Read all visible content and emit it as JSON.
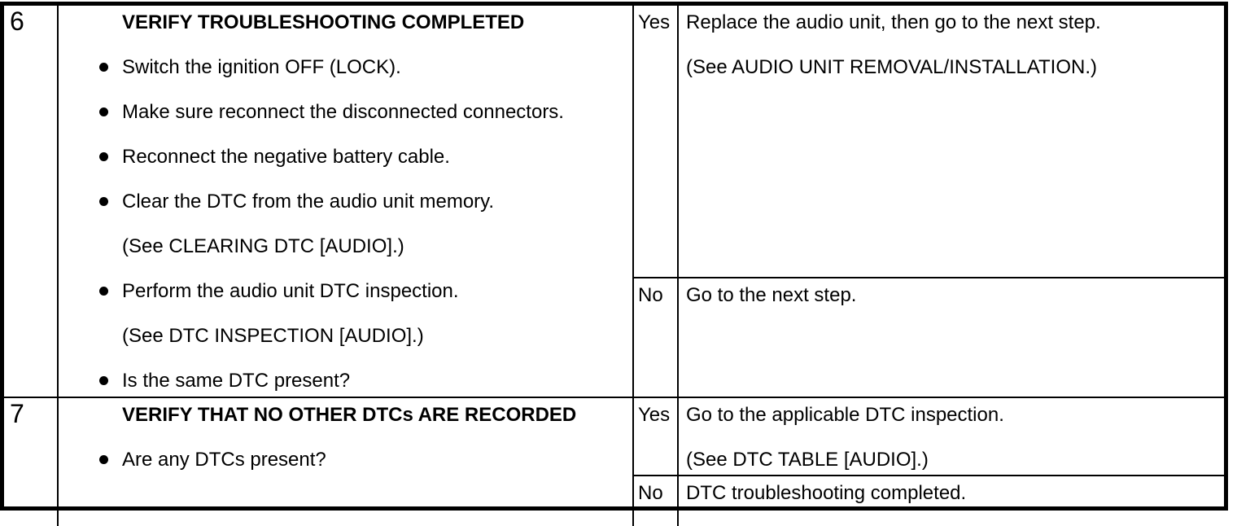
{
  "document": {
    "colors": {
      "text": "#000000",
      "background": "#ffffff",
      "border": "#000000"
    },
    "steps": [
      {
        "number": "6",
        "action": {
          "title": "VERIFY TROUBLESHOOTING COMPLETED",
          "items": [
            {
              "style": "bullet",
              "text": "Switch the ignition OFF (LOCK)."
            },
            {
              "style": "bullet",
              "text": "Make sure reconnect the disconnected connectors."
            },
            {
              "style": "bullet",
              "text": "Reconnect the negative battery cable."
            },
            {
              "style": "bullet",
              "text": "Clear the DTC from the audio unit memory."
            },
            {
              "style": "plain",
              "text": "(See CLEARING DTC [AUDIO].)"
            },
            {
              "style": "bullet",
              "text": "Perform the audio unit DTC inspection."
            },
            {
              "style": "plain",
              "text": "(See DTC INSPECTION [AUDIO].)"
            },
            {
              "style": "bullet",
              "text": "Is the same DTC present?"
            }
          ]
        },
        "results": [
          {
            "answer": "Yes",
            "lines": [
              "Replace the audio unit, then go to the next step.",
              "(See AUDIO UNIT REMOVAL/INSTALLATION.)"
            ]
          },
          {
            "answer": "No",
            "lines": [
              "Go to the next step."
            ]
          }
        ]
      },
      {
        "number": "7",
        "action": {
          "title": "VERIFY THAT NO OTHER DTCs ARE RECORDED",
          "items": [
            {
              "style": "bullet",
              "text": "Are any DTCs present?"
            }
          ]
        },
        "results": [
          {
            "answer": "Yes",
            "lines": [
              "Go to the applicable DTC inspection.",
              "(See DTC TABLE [AUDIO].)"
            ]
          },
          {
            "answer": "No",
            "lines": [
              "DTC troubleshooting completed."
            ]
          }
        ]
      }
    ]
  }
}
